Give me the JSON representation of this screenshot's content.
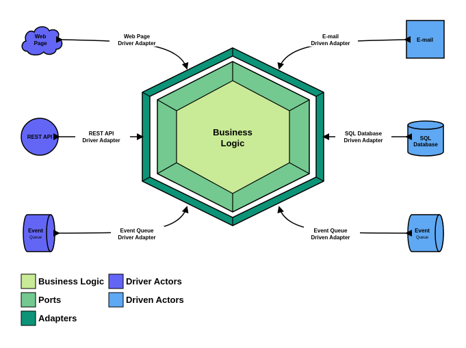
{
  "colors": {
    "business_logic": "#C9EB97",
    "ports": "#73C98F",
    "adapters": "#0D9478",
    "driver_actors": "#6366F5",
    "driven_actors": "#5FA8F3",
    "stroke": "#000000"
  },
  "core": {
    "line1": "Business",
    "line2": "Logic"
  },
  "actors": {
    "web_page": {
      "line1": "Web",
      "line2": "Page",
      "icon": "cloud-icon"
    },
    "rest_api": {
      "label": "REST API",
      "icon": "circle-icon"
    },
    "event_queue_driver": {
      "line1": "Event",
      "line2": "Queue",
      "icon": "queue-cylinder-icon"
    },
    "email": {
      "label": "E-mail",
      "icon": "square-icon"
    },
    "sql_database": {
      "line1": "SQL",
      "line2": "Database",
      "icon": "database-cylinder-icon"
    },
    "event_queue_driven": {
      "line1": "Event",
      "line2": "Queue",
      "icon": "queue-cylinder-icon"
    }
  },
  "adapters": {
    "web_page": {
      "line1": "Web Page",
      "line2": "Driver Adapter"
    },
    "rest_api": {
      "line1": "REST API",
      "line2": "Driver Adapter"
    },
    "event_queue_driver": {
      "line1": "Event Queue",
      "line2": "Driver Adapter"
    },
    "email": {
      "line1": "E-mail",
      "line2": "Driven Adapter"
    },
    "sql_database": {
      "line1": "SQL Database",
      "line2": "Driven Adapter"
    },
    "event_queue_driven": {
      "line1": "Event Queue",
      "line2": "Driven Adapter"
    }
  },
  "legend": {
    "business_logic": "Business Logic",
    "ports": "Ports",
    "adapters": "Adapters",
    "driver_actors": "Driver Actors",
    "driven_actors": "Driven Actors"
  }
}
